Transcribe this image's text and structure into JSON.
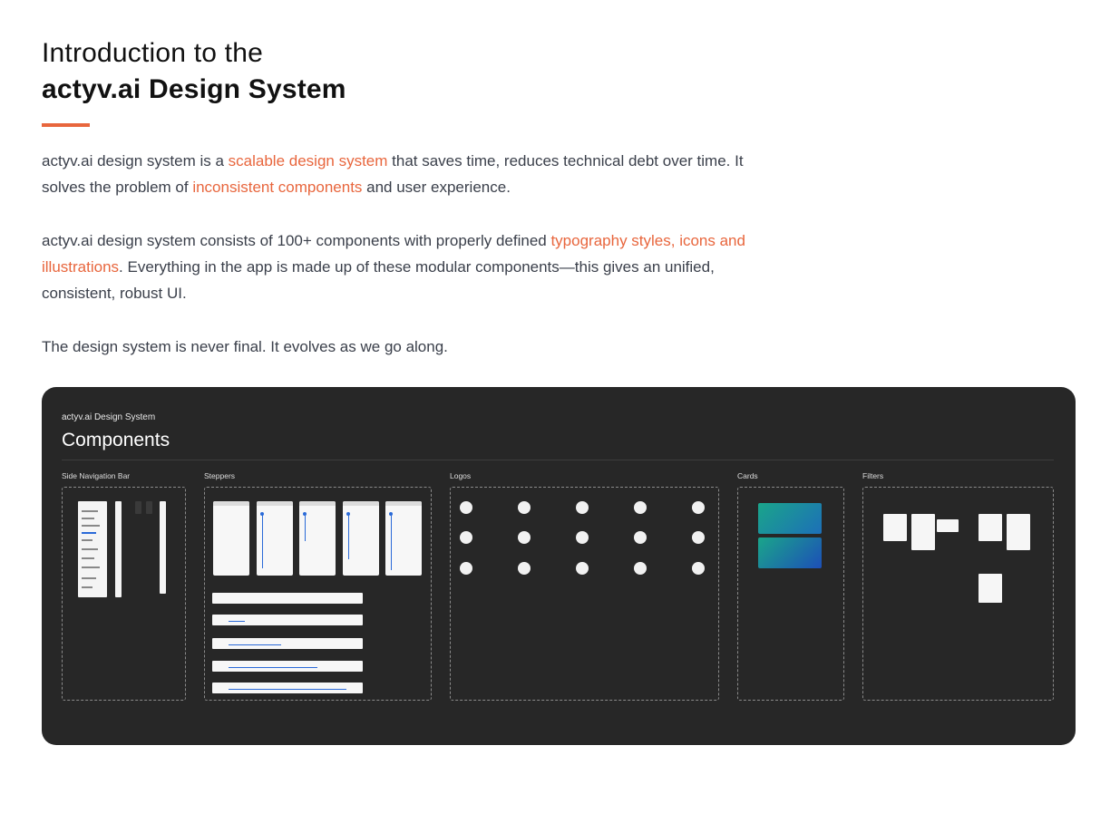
{
  "heading": {
    "line1": "Introduction to the",
    "line2": "actyv.ai Design System"
  },
  "paragraphs": {
    "p1": {
      "t1": "actyv.ai design system is a ",
      "h1": "scalable design system",
      "t2": " that saves time, reduces technical debt over time. It solves the problem of ",
      "h2": "inconsistent components",
      "t3": " and user experience."
    },
    "p2": {
      "t1": "actyv.ai design system consists of 100+ components with properly defined ",
      "h1": "typography styles, icons and illustrations",
      "t2": ". Everything in the app is made up of these modular components—this gives an unified, consistent, robust UI."
    },
    "p3": {
      "t1": "The design system is never final. It evolves as we go along."
    }
  },
  "panel": {
    "subtitle": "actyv.ai Design System",
    "title": "Components",
    "sections": [
      {
        "label": "Side Navigation Bar"
      },
      {
        "label": "Steppers"
      },
      {
        "label": "Logos"
      },
      {
        "label": "Cards"
      },
      {
        "label": "Filters"
      }
    ]
  },
  "colors": {
    "accent": "#e8663d",
    "panel_bg": "#272727",
    "body_text": "#3a3f4a",
    "stepper_blue": "#2a6ad8"
  }
}
